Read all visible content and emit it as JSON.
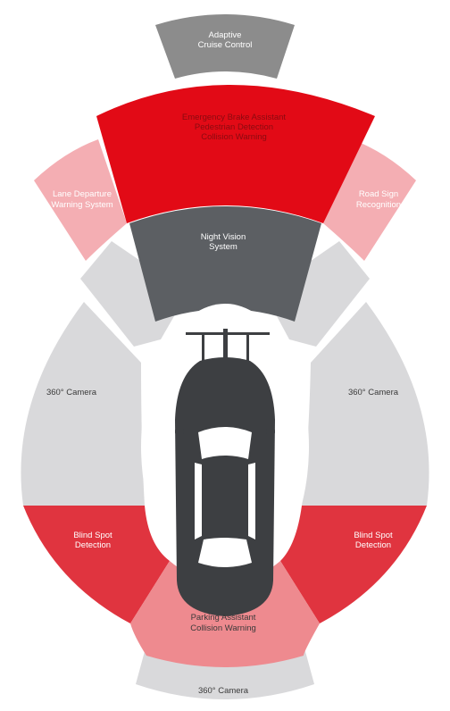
{
  "diagram": {
    "zones": {
      "adaptive_cruise": {
        "lines": [
          "Adaptive",
          "Cruise Control"
        ],
        "color": "#8c8c8c"
      },
      "emergency_brake": {
        "lines": [
          "Emergency Brake Assistant",
          "Pedestrian Detection",
          "Collision Warning"
        ],
        "color": "#e20a16"
      },
      "lane_departure": {
        "lines": [
          "Lane Departure",
          "Warning System"
        ],
        "color": "#f4aeb3"
      },
      "road_sign": {
        "lines": [
          "Road Sign",
          "Recognition"
        ],
        "color": "#f4aeb3"
      },
      "night_vision": {
        "lines": [
          "Night  Vision",
          "System"
        ],
        "color": "#5c5f63"
      },
      "camera_left": {
        "lines": [
          "360° Camera"
        ],
        "color": "#d9d9db"
      },
      "camera_right": {
        "lines": [
          "360° Camera"
        ],
        "color": "#d9d9db"
      },
      "blind_spot_left": {
        "lines": [
          "Blind Spot",
          "Detection"
        ],
        "color": "#e0343f"
      },
      "blind_spot_right": {
        "lines": [
          "Blind Spot",
          "Detection"
        ],
        "color": "#e0343f"
      },
      "parking": {
        "lines": [
          "Parking Assistant",
          "Collision Warning"
        ],
        "color": "#ee8a8f"
      },
      "camera_rear": {
        "lines": [
          "360° Camera"
        ],
        "color": "#d9d9db"
      }
    },
    "car_color": "#3d3f42",
    "connector_color": "#d9d9db"
  }
}
